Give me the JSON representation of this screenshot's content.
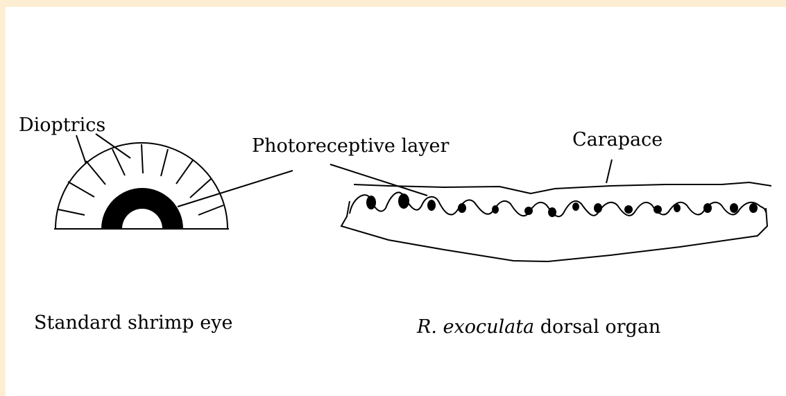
{
  "labels": {
    "dioptrics": "Dioptrics",
    "photoreceptive_layer": "Photoreceptive layer",
    "carapace": "Carapace",
    "standard_eye_caption": "Standard shrimp eye",
    "species_name": "R. exoculata",
    "dorsal_organ_caption": "dorsal organ"
  },
  "colors": {
    "background": "#fdeed3",
    "panel": "#ffffff",
    "ink": "#000000"
  }
}
